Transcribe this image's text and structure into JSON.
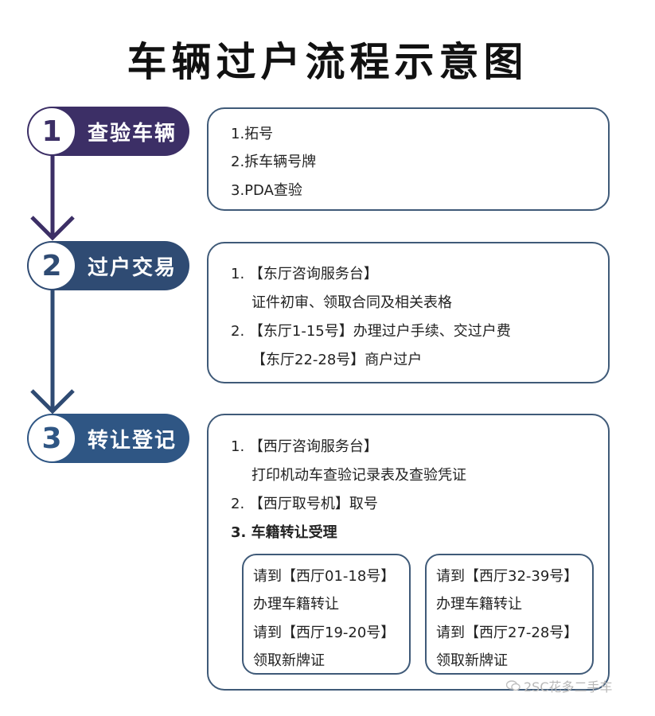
{
  "title": "车辆过户流程示意图",
  "colors": {
    "step1": "#3c2f66",
    "step2": "#2f4b73",
    "step3": "#2f5684",
    "border": "#3f5a78"
  },
  "steps": [
    {
      "number": "1",
      "label": "查验车辆",
      "lines": [
        "1.拓号",
        "2.拆车辆号牌",
        "3.PDA查验"
      ]
    },
    {
      "number": "2",
      "label": "过户交易",
      "lines": [
        "1. 【东厅咨询服务台】",
        "证件初审、领取合同及相关表格",
        "2. 【东厅1-15号】办理过户手续、交过户费",
        "【东厅22-28号】商户过户"
      ]
    },
    {
      "number": "3",
      "label": "转让登记",
      "lines": [
        "1. 【西厅咨询服务台】",
        "打印机动车查验记录表及查验凭证",
        "2. 【西厅取号机】取号",
        "3. 车籍转让受理"
      ],
      "sub_boxes": [
        {
          "lines": [
            "请到【西厅01-18号】",
            "办理车籍转让",
            "请到【西厅19-20号】",
            "领取新牌证"
          ]
        },
        {
          "lines": [
            "请到【西厅32-39号】",
            "办理车籍转让",
            "请到【西厅27-28号】",
            "领取新牌证"
          ]
        }
      ]
    }
  ],
  "watermark": "2SC花多二手车"
}
